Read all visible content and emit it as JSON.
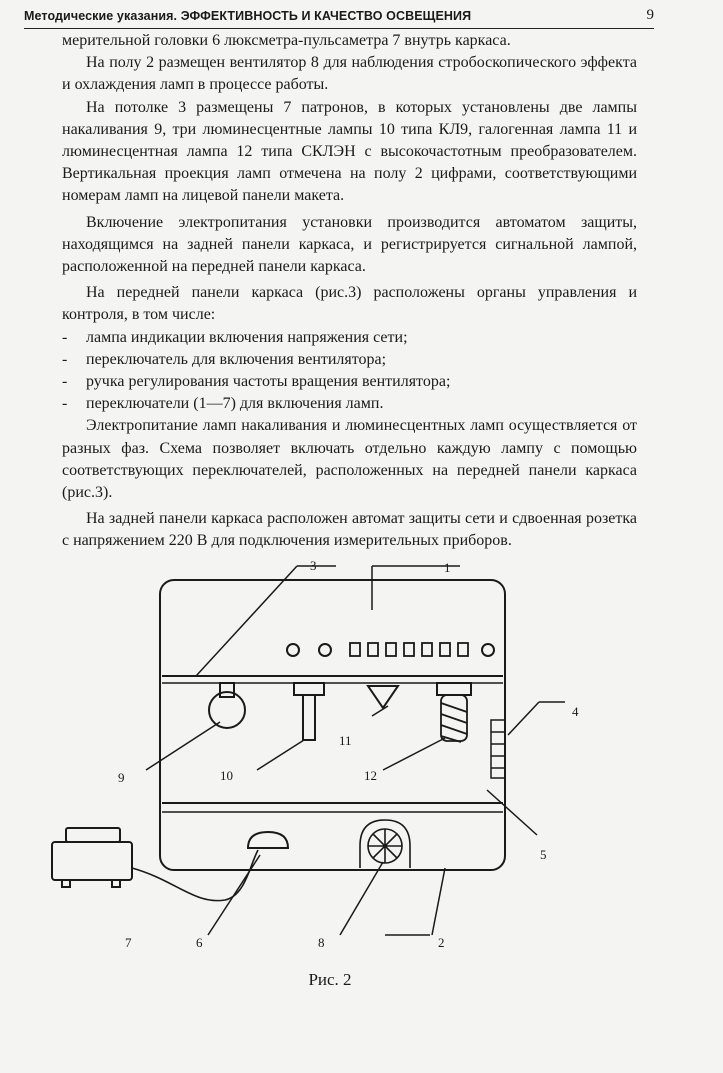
{
  "header": {
    "title": "Методические указания. ЭФФЕКТИВНОСТЬ И КАЧЕСТВО ОСВЕЩЕНИЯ",
    "page_number": "9"
  },
  "body": {
    "p1": "мерительной головки 6 люксметра-пульсаметра 7 внутрь каркаса.",
    "p2": "На полу 2 размещен вентилятор 8 для наблюдения стробоскопического эффекта и охлаждения ламп в процессе работы.",
    "p3": "На потолке 3 размещены 7 патронов, в которых установлены две лампы накаливания 9, три люминесцентные лампы 10 типа КЛ9, галогенная лампа 11 и люминесцентная лампа 12 типа СКЛЭН с высокочастотным преобразователем. Вертикальная проекция ламп отмечена на полу 2 цифрами, соответствующими номерам ламп на лицевой панели макета.",
    "p4": "Включение электропитания установки производится автоматом защиты, находящимся на задней панели каркаса, и регистрируется сигнальной лампой, расположенной на передней панели каркаса.",
    "p5": "На передней панели каркаса (рис.3) расположены органы управления и контроля, в том числе:",
    "list": [
      "лампа индикации включения напряжения сети;",
      "переключатель для включения вентилятора;",
      "ручка регулирования частоты вращения вентилятора;",
      "переключатели (1—7) для включения ламп."
    ],
    "p6": "Электропитание ламп накаливания и люминесцентных ламп осуществляется от разных фаз. Схема позволяет включать отдельно каждую лампу с помощью соответствующих переключателей, расположенных на передней панели каркаса (рис.3).",
    "p7": "На задней панели каркаса расположен автомат защиты сети и сдвоенная розетка с напряжением 220 В для подключения измерительных приборов."
  },
  "figure": {
    "caption": "Рис. 2",
    "labels": [
      "1",
      "2",
      "3",
      "4",
      "5",
      "6",
      "7",
      "8",
      "9",
      "10",
      "11",
      "12"
    ]
  }
}
